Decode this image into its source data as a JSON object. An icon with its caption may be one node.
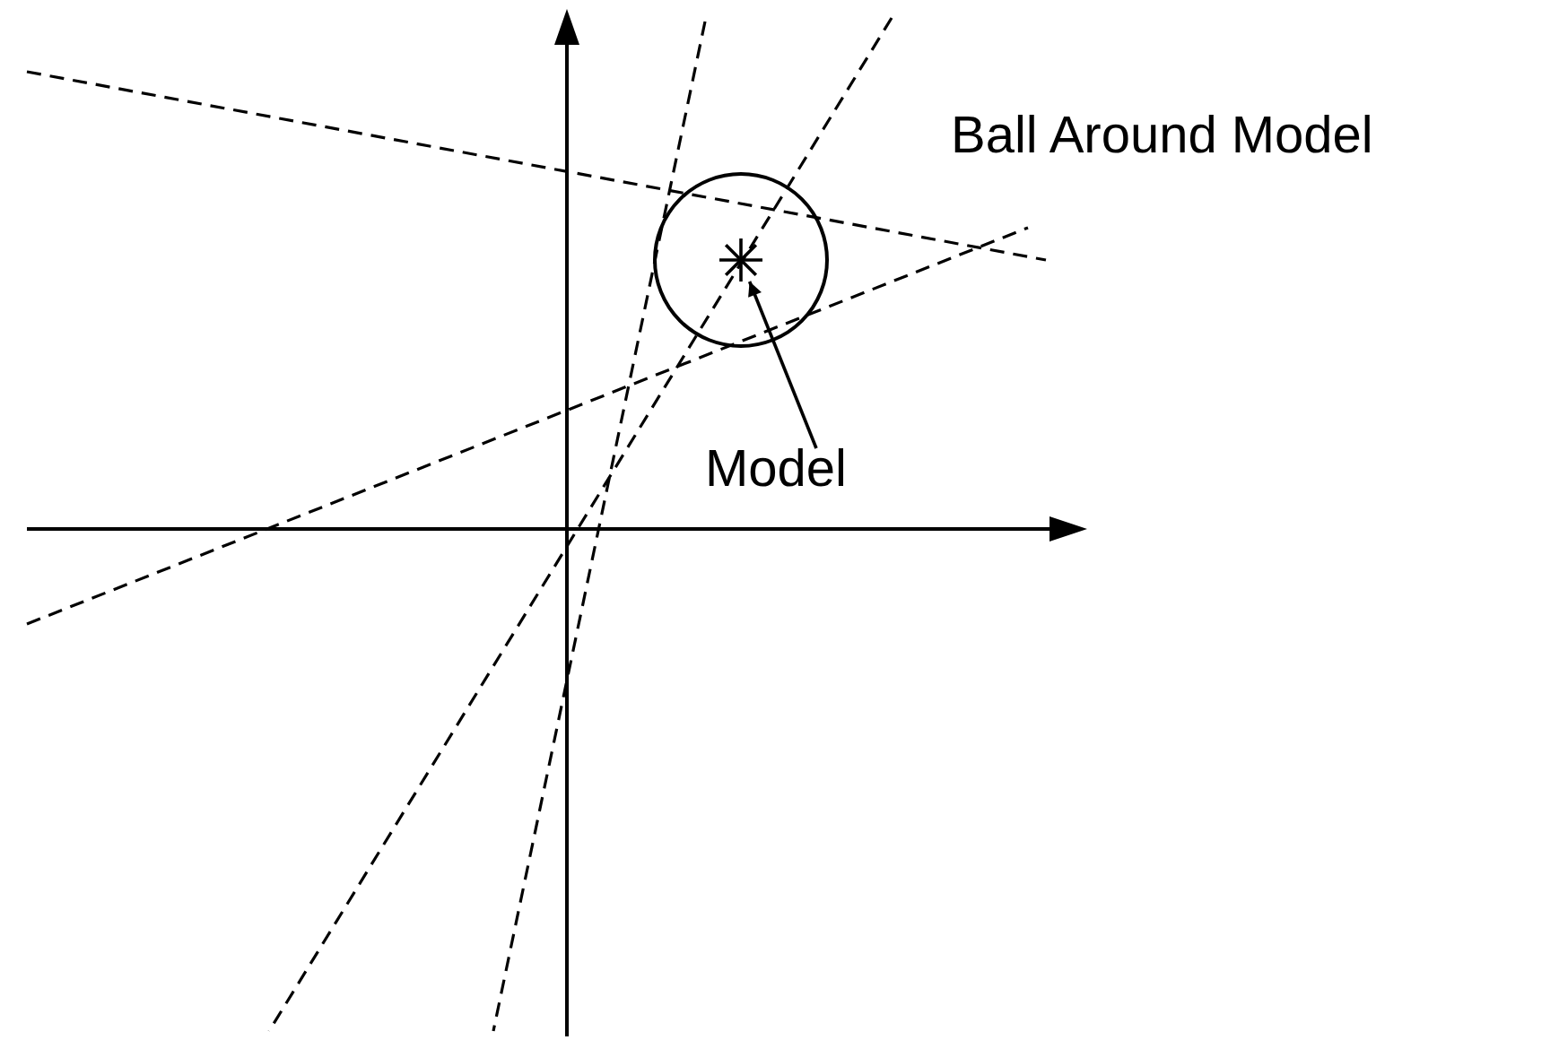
{
  "diagram": {
    "nodes": [
      {
        "text": [
          "Model"
        ]
      },
      {
        "text": [],
        "shape": "asterisk"
      }
    ],
    "edges": [
      {
        "from": 0,
        "to": 1,
        "arrow": "to"
      }
    ],
    "labels": [
      "Ball Around Model"
    ]
  }
}
